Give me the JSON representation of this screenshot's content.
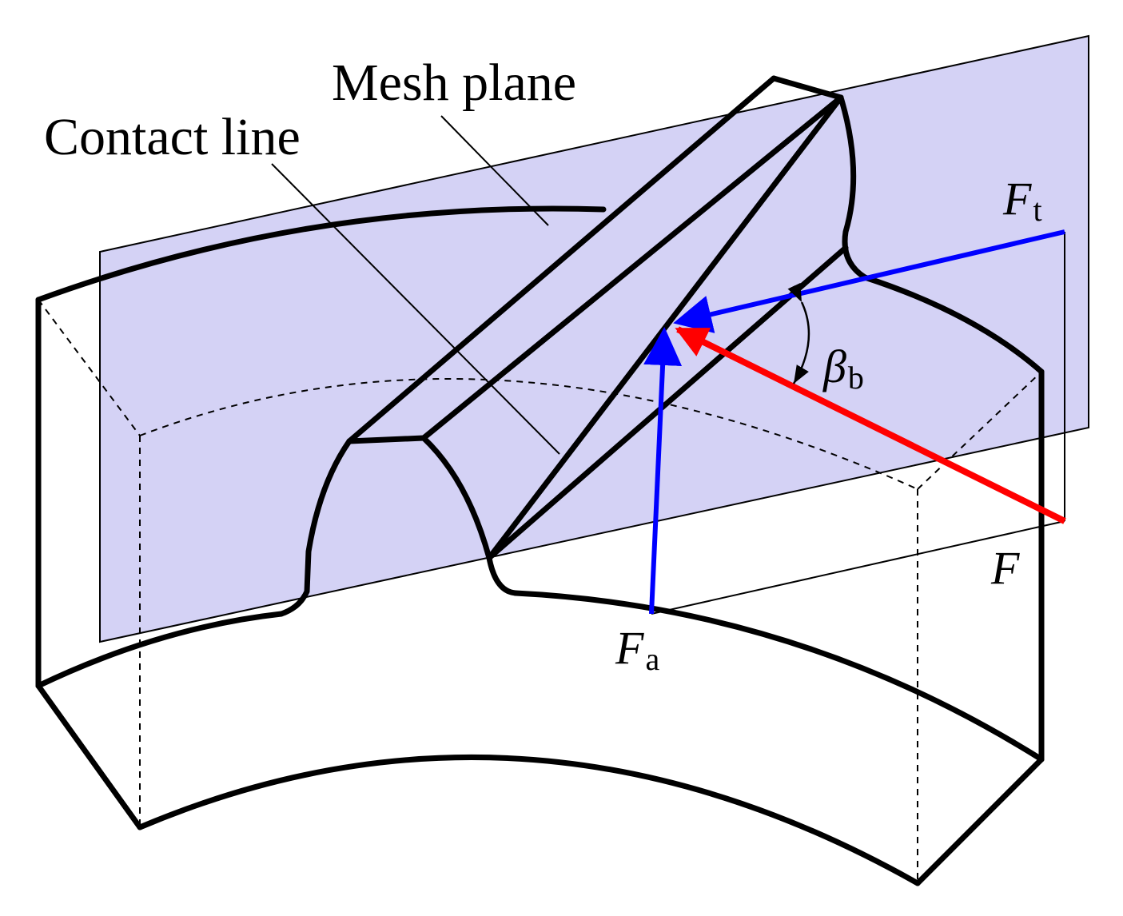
{
  "labels": {
    "mesh_plane": "Mesh plane",
    "contact_line": "Contact line",
    "ft_symbol": "F",
    "ft_sub": "t",
    "fa_symbol": "F",
    "fa_sub": "a",
    "f_symbol": "F",
    "beta_symbol": "β",
    "beta_sub": "b"
  },
  "colors": {
    "mesh_plane_fill": "#d4d2f5",
    "total_force": "#ff0000",
    "component_force": "#0000ff",
    "outline": "#000000"
  }
}
